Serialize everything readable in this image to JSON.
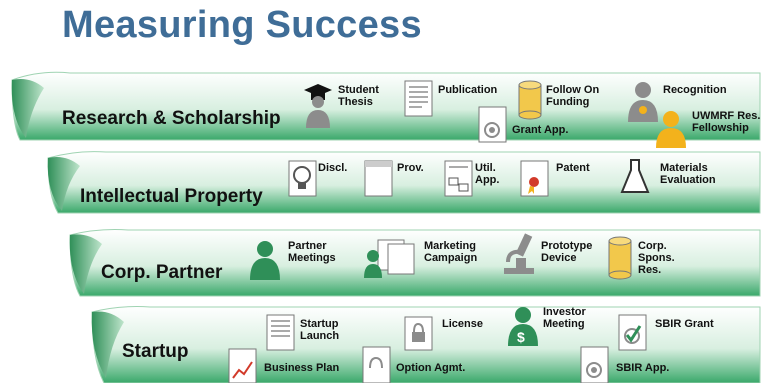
{
  "title": "Measuring Success",
  "bands": [
    {
      "label": "Research  & Scholarship"
    },
    {
      "label": "Intellectual Property"
    },
    {
      "label": "Corp. Partner"
    },
    {
      "label": "Startup"
    }
  ],
  "items": {
    "student_thesis": "Student\nThesis",
    "publication": "Publication",
    "follow_on_funding": "Follow On\nFunding",
    "recognition": "Recognition",
    "grant_app": "Grant App.",
    "uwmrf_fellowship": "UWMRF Res.\nFellowship",
    "discl": "Discl.",
    "prov": "Prov.",
    "util_app": "Util.\nApp.",
    "patent": "Patent",
    "materials_evaluation": "Materials\nEvaluation",
    "partner_meetings": "Partner\nMeetings",
    "marketing_campaign": "Marketing\nCampaign",
    "prototype_device": "Prototype\nDevice",
    "corp_spons_res": "Corp.\nSpons.\nRes.",
    "startup_launch": "Startup\nLaunch",
    "license": "License",
    "investor_meeting": "Investor\nMeeting",
    "sbir_grant": "SBIR Grant",
    "business_plan": "Business Plan",
    "option_agmt": "Option Agmt.",
    "sbir_app": "SBIR App."
  },
  "colors": {
    "title": "#3f6d97",
    "band_light": "#ffffff",
    "band_dark": "#3aa86a",
    "icon_gray": "#8c8c8c",
    "cylinder": "#f2c84b",
    "person_gold": "#f3b21c"
  }
}
